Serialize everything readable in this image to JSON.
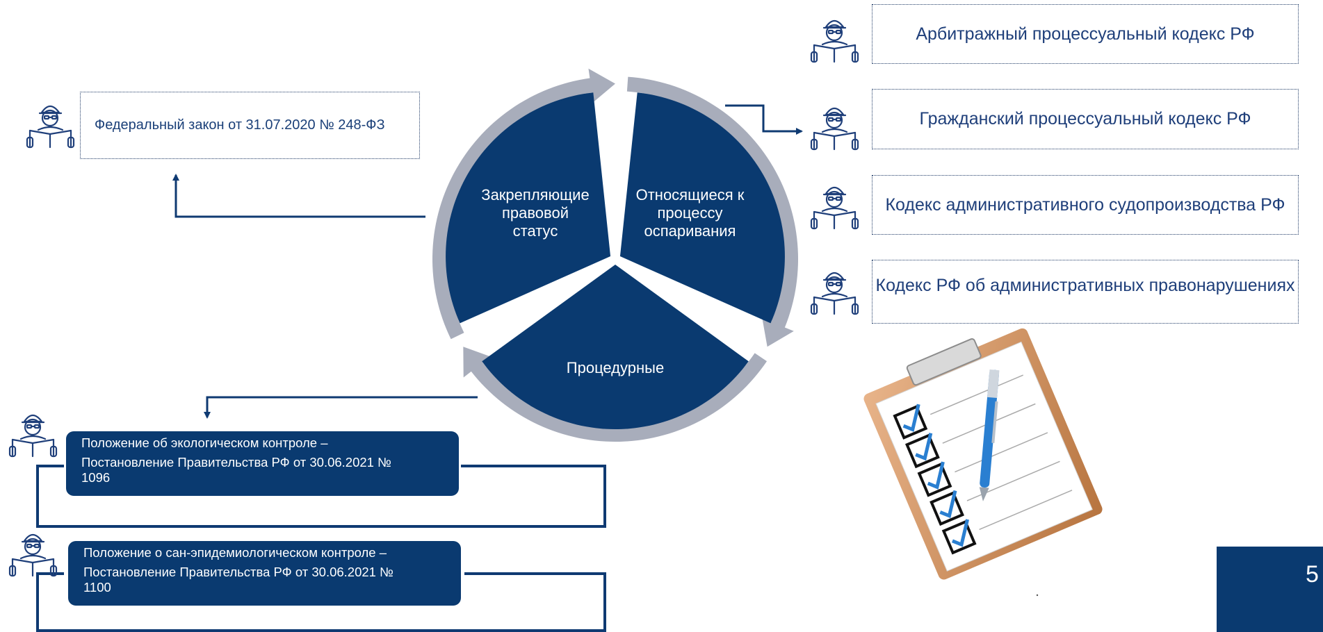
{
  "cycle": {
    "segments": [
      {
        "lines": [
          "Закрепляющие",
          "правовой",
          "статус"
        ]
      },
      {
        "lines": [
          "Относящиеся к",
          "процессу",
          "оспаривания"
        ]
      },
      {
        "lines": [
          "Процедурные"
        ]
      }
    ]
  },
  "left_law": "Федеральный закон от 31.07.2020 № 248-ФЗ",
  "right_laws": [
    "Арбитражный процессуальный кодекс РФ",
    "Гражданский процессуальный кодекс РФ",
    "Кодекс административного судопроизводства РФ",
    "Кодекс РФ об административных правонарушениях"
  ],
  "regulations": [
    {
      "line1": "Положение об экологическом контроле –",
      "line2": "Постановление Правительства РФ от 30.06.2021 №",
      "line3": "1096"
    },
    {
      "line1": "Положение о сан-эпидемиологическом контроле –",
      "line2": "Постановление Правительства РФ от 30.06.2021 №",
      "line3": "1100"
    }
  ],
  "page_number": "5",
  "colors": {
    "dark_blue": "#0a3a70",
    "ring_gray": "#a8adbb",
    "text_blue": "#1f3f7a"
  },
  "icons": [
    "reader-icon",
    "checklist-clipboard-icon"
  ]
}
